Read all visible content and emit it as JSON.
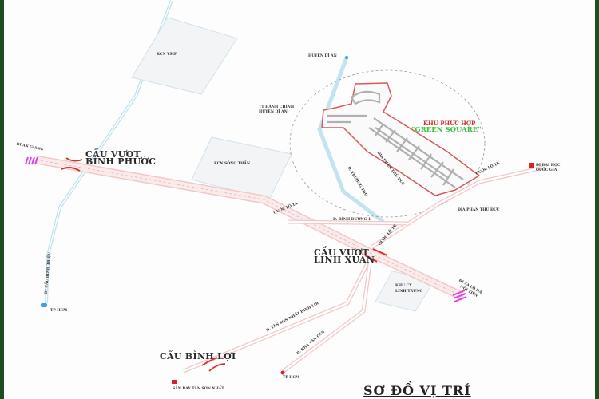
{
  "map": {
    "title": "SƠ ĐỒ VỊ TRÍ",
    "project": {
      "line1": "KHU PHỨC HỢP",
      "line2": "\"GREEN SQUARE\""
    },
    "colors": {
      "frame_border": "#1f4d1f",
      "main_road": "#f0c8c8",
      "river": "#bfe3ef",
      "zone_fill": "#f2f4f5",
      "bridge": "#d63030",
      "exit_marker": "#e040e0",
      "endpoint_red": "#e02020",
      "endpoint_blue": "#3fa0e0",
      "project_green": "#37c437",
      "project_red": "#d62d2d"
    },
    "zones": {
      "kcn_vsip": "KCN VSIP",
      "kcn_song_than": "KCN SÓNG THẦN",
      "khu_cx_linh_trung_1": "KHU CX",
      "khu_cx_linh_trung_2": "LINH TRUNG"
    },
    "bridges": {
      "binh_phuoc_1": "CẦU VƯỢT",
      "binh_phuoc_2": "BÌNH PHƯỚC",
      "linh_xuan_1": "CẦU VƯỢT",
      "linh_xuan_2": "LINH XUÂN",
      "binh_loi": "CẦU BÌNH LỢI"
    },
    "labels": {
      "di_an_giang": "ĐI AN GIANG",
      "huyen_di_an": "HUYỆN DĨ AN",
      "tt_hanh_chinh_1": "TT HÀNH CHÍNH",
      "tt_hanh_chinh_2": "HUYỆN DĨ AN",
      "quoc_lo_1a_left": "QUỐC LỘ 1A",
      "quoc_lo_1k_upper": "QUỐC LỘ 1K",
      "quoc_lo_1k_lower": "QUỐC LỘ 1K",
      "dh_quoc_gia_1": "ĐI ĐẠI HỌC",
      "dh_quoc_gia_2": "QUỐC GIA",
      "dia_phan_thu_duc": "ĐỊA PHẬN THỦ ĐỨC",
      "dia_phan_thu_duc_road": "ĐỊA PHẬN THỦ ĐỨC",
      "truong_tho": "Đ. TRƯỜNG THỌ",
      "binh_duong_1": "Đ. BÌNH DƯỜNG 1",
      "cau_binh_trieu": "ĐI CẦU BÌNH TRIỆU",
      "tp_hcm_left": "TP HCM",
      "tan_son_nhat_binh_loi": "Đ. TÂN SƠN NHẤT BÌNH LỢI",
      "kha_van_can": "Đ. KHA VẠN CÂN",
      "tp_hcm_mid": "TP HCM",
      "san_bay": "SÂN BAY TÂN SƠN NHẤT",
      "di_xa_lo_1": "ĐI XA LỘ HÀ",
      "di_xa_lo_2": "NỘI TIÊN"
    }
  }
}
